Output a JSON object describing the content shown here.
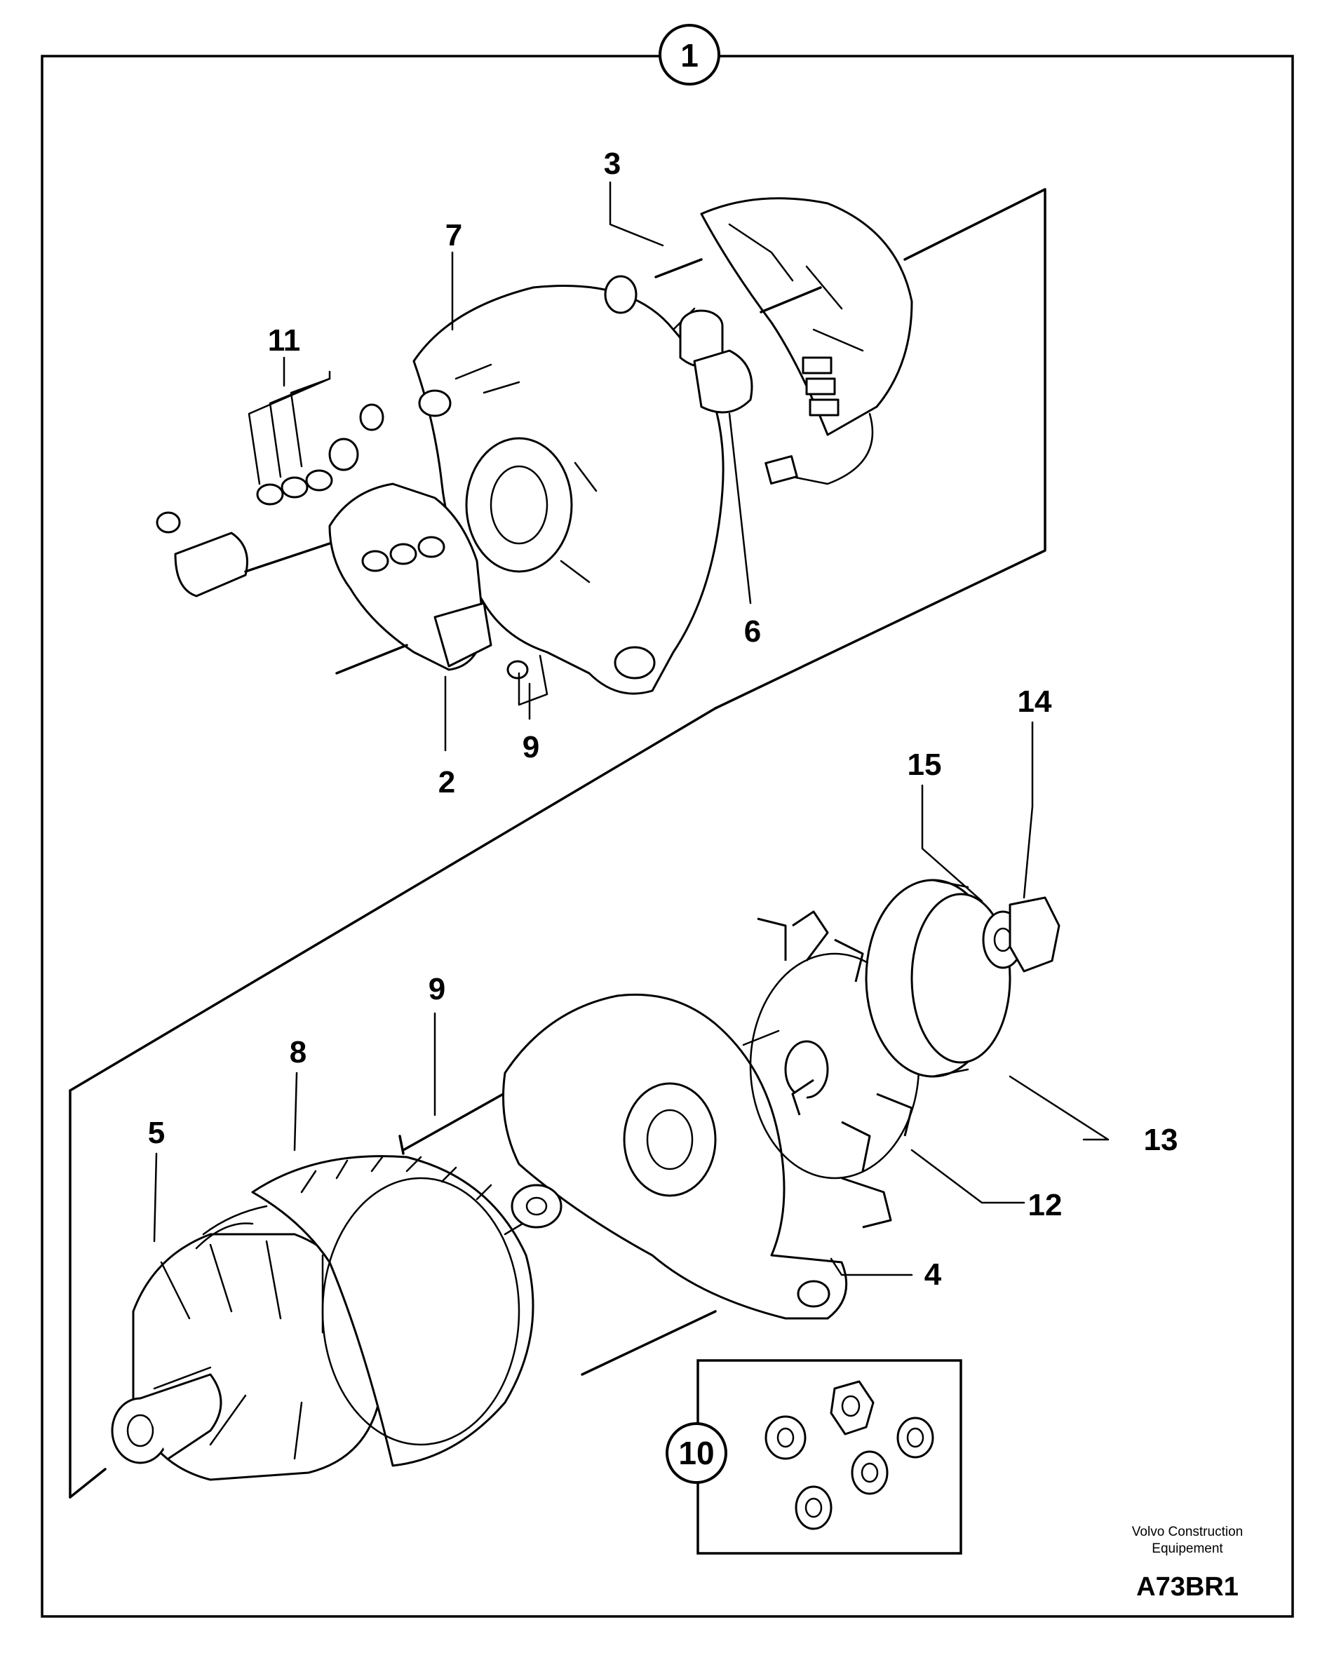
{
  "diagram": {
    "group_number": "1",
    "kit_number": "10",
    "publisher_line1": "Volvo Construction",
    "publisher_line2": "Equipement",
    "illustration_code": "A73BR1",
    "callouts": {
      "c2": "2",
      "c3": "3",
      "c4": "4",
      "c5": "5",
      "c6": "6",
      "c7": "7",
      "c8": "8",
      "c9a": "9",
      "c9b": "9",
      "c11": "11",
      "c12": "12",
      "c13": "13",
      "c14": "14",
      "c15": "15"
    }
  }
}
